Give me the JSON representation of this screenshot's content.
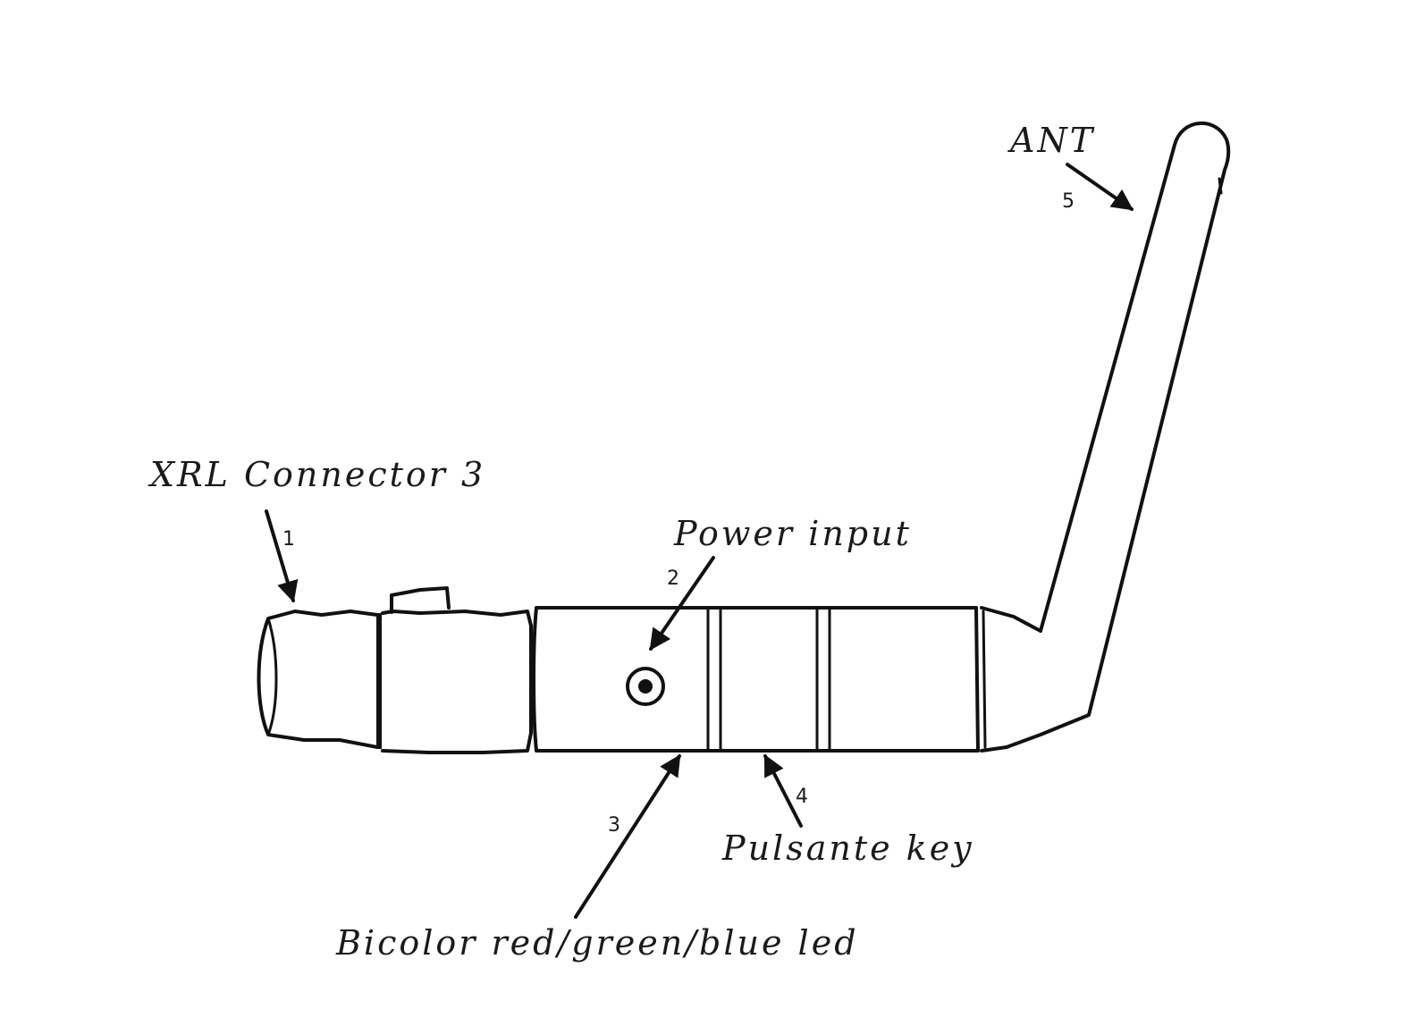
{
  "labels": {
    "ant": "ANT",
    "xrl_connector": "XRL Connector 3",
    "power_input": "Power input",
    "pulsante_key": "Pulsante key",
    "bicolor_led": "Bicolor red/green/blue led"
  },
  "callouts": {
    "n1": "1",
    "n2": "2",
    "n3": "3",
    "n4": "4",
    "n5": "5"
  }
}
